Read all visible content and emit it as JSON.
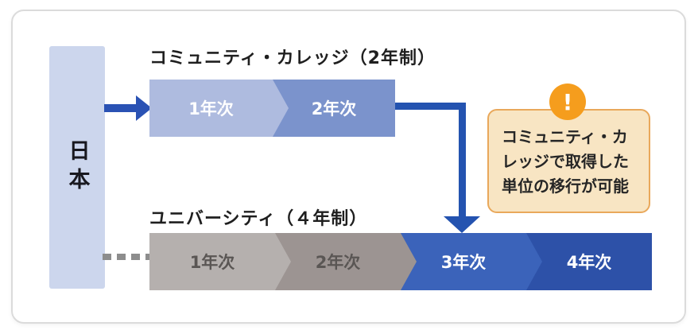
{
  "japan": {
    "label": "日本",
    "bg": "#ccd6ed",
    "text_color": "#18181f"
  },
  "community_college": {
    "title": "コミュニティ・カレッジ（2年制）",
    "segments": [
      {
        "label": "1年次",
        "bg": "#aebbdf",
        "text_color": "#ffffff"
      },
      {
        "label": "2年次",
        "bg": "#7b93cc",
        "text_color": "#ffffff"
      }
    ]
  },
  "university": {
    "title": "ユニバーシティ（４年制）",
    "segments": [
      {
        "label": "1年次",
        "bg": "#b5b0ae",
        "text_color": "#5a5654"
      },
      {
        "label": "2年次",
        "bg": "#9c9492",
        "text_color": "#5a5654"
      },
      {
        "label": "3年次",
        "bg": "#3b63ba",
        "text_color": "#ffffff"
      },
      {
        "label": "4年次",
        "bg": "#2d51a8",
        "text_color": "#ffffff"
      }
    ]
  },
  "callout": {
    "icon": "exclamation-icon",
    "icon_glyph": "!",
    "text": "コミュニティ・カ\nレッジで取得した\n単位の移行が可能",
    "bg": "#f8e5c3",
    "border_color": "#e9a85b",
    "badge_bg": "#f59d1d"
  },
  "arrows": {
    "japan_to_college": "solid-right-arrow",
    "college_to_university": "elbow-down-arrow",
    "japan_to_university": "dashed-line",
    "solid_color": "#2a52b4",
    "elbow_color": "#2453b0",
    "dashed_color": "#8d8d8d"
  }
}
